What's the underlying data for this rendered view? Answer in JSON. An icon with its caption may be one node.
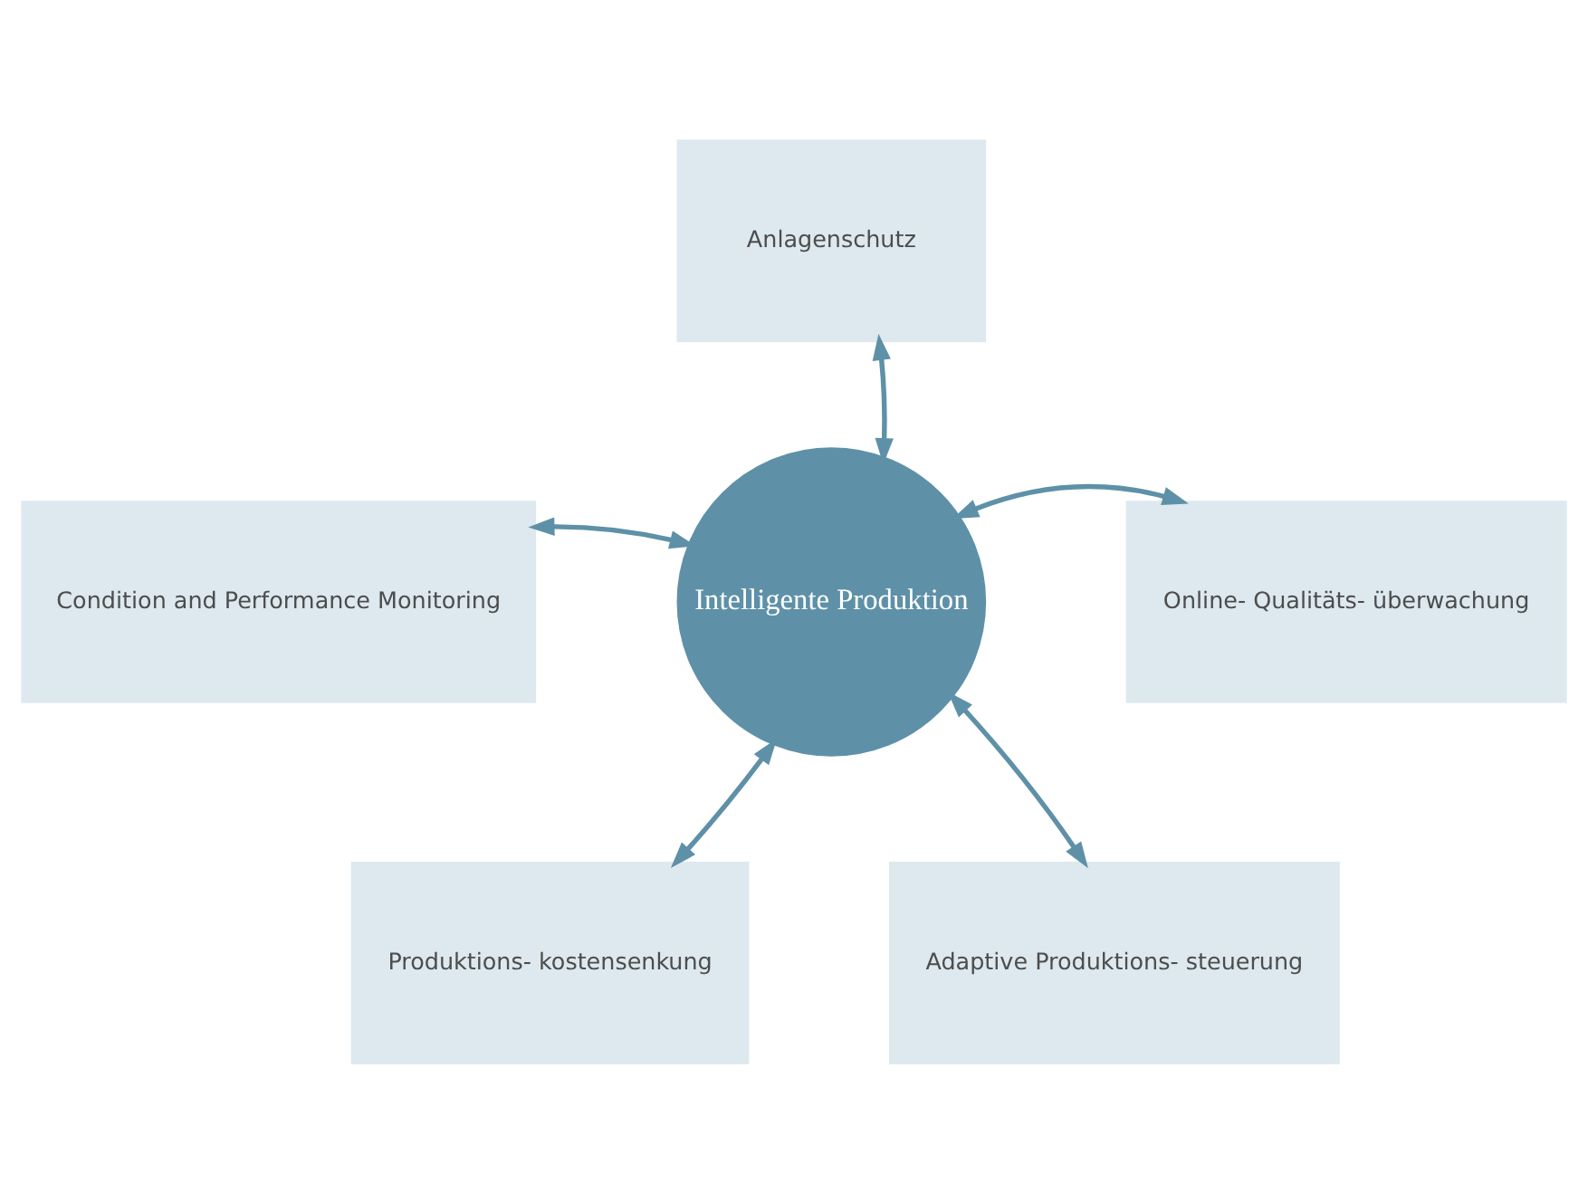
{
  "diagram": {
    "nodes": [
      {
        "text": [
          "Intelligente Produktion"
        ]
      },
      {
        "text": [
          "Anlagenschutz"
        ]
      },
      {
        "text": [
          "Condition and Performance Monitoring"
        ]
      },
      {
        "text": [
          "Online- Qualitäts- überwachung"
        ]
      },
      {
        "text": [
          "Produktions- kostensenkung"
        ]
      },
      {
        "text": [
          "Adaptive Produktions- steuerung"
        ]
      }
    ],
    "edges": [
      {
        "from": 0,
        "to": 1,
        "arrow": "both"
      },
      {
        "from": 0,
        "to": 2,
        "arrow": "both"
      },
      {
        "from": 0,
        "to": 3,
        "arrow": "both"
      },
      {
        "from": 0,
        "to": 4,
        "arrow": "both"
      },
      {
        "from": 0,
        "to": 5,
        "arrow": "both"
      }
    ]
  }
}
